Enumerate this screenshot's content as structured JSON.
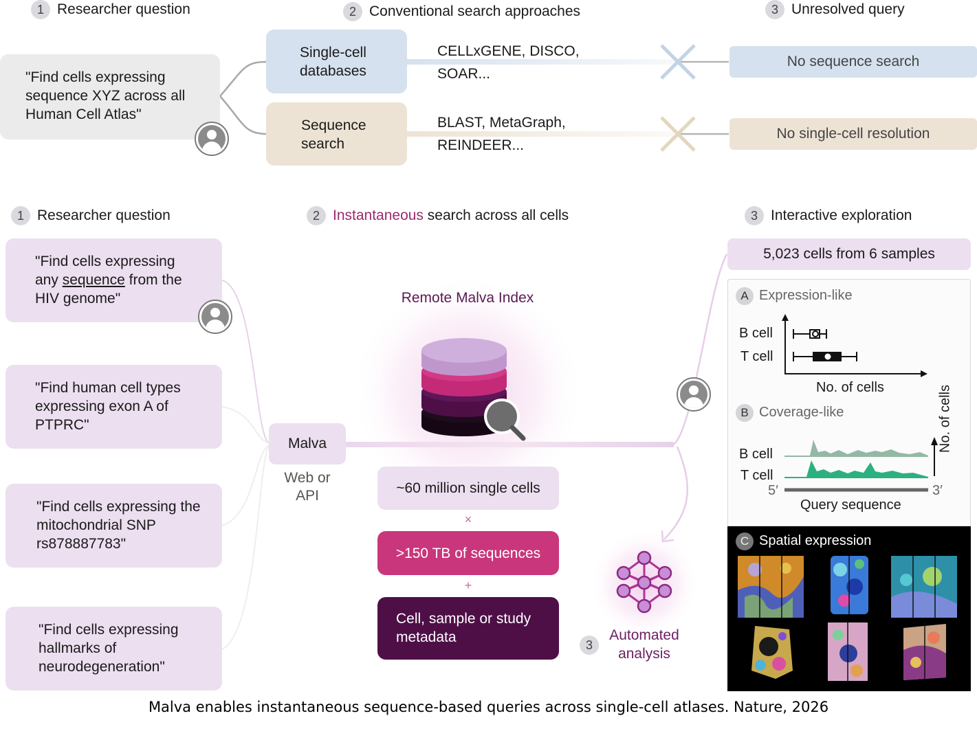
{
  "top": {
    "step1": {
      "num": "1",
      "label": "Researcher question"
    },
    "step2": {
      "num": "2",
      "label": "Conventional search approaches"
    },
    "step3": {
      "num": "3",
      "label": "Unresolved query"
    },
    "question": "\"Find cells expressing sequence XYZ across all Human Cell Atlas\"",
    "singlecell_box": "Single-cell databases",
    "singlecell_examples": "CELLxGENE, DISCO, SOAR...",
    "sequence_box": "Sequence search",
    "sequence_examples": "BLAST, MetaGraph, REINDEER...",
    "result1": "No sequence search",
    "result2": "No single-cell resolution"
  },
  "bottom": {
    "step1": {
      "num": "1",
      "label": "Researcher question"
    },
    "step2": {
      "num": "2",
      "label_highlight": "Instantaneous",
      "label_rest": " search across all cells"
    },
    "step3": {
      "num": "3",
      "label": "Interactive exploration"
    },
    "questions": [
      {
        "pre": "\"Find cells expressing any ",
        "underlined": "sequence",
        "post": " from the HIV genome\""
      },
      {
        "text": "\"Find human cell types expressing exon A of PTPRC\""
      },
      {
        "text": "\"Find cells expressing the mitochondrial SNP rs878887783\""
      },
      {
        "text": "\"Find cells expressing hallmarks of neurodegeneration\""
      }
    ],
    "malva": "Malva",
    "malva_sub": "Web or API",
    "index_title": "Remote Malva Index",
    "cells_box": "~60 million single cells",
    "times_sign": "×",
    "seq_box": ">150 TB of sequences",
    "plus_sign": "+",
    "meta_box": "Cell, sample or study metadata",
    "automated_num": "3",
    "automated_label": "Automated analysis",
    "result_header": "5,023 cells from 6 samples",
    "panelA": {
      "letter": "A",
      "title": "Expression-like",
      "row1": "B cell",
      "row2": "T cell",
      "xlabel": "No. of cells"
    },
    "panelB": {
      "letter": "B",
      "title": "Coverage-like",
      "row1": "B cell",
      "row2": "T cell",
      "five": "5′",
      "three": "3′",
      "xlabel": "Query sequence",
      "ylabel": "No. of cells"
    },
    "panelC": {
      "letter": "C",
      "title": "Spatial expression"
    }
  },
  "caption": "Malva enables instantaneous sequence-based queries across single-cell atlases. Nature, 2026",
  "colors": {
    "highlight": "#9b2a6b",
    "index_title": "#5a1a55",
    "lilac": "#ecdff0",
    "pink": "#c9367b",
    "plum": "#4e0f47",
    "teal": "#2db07f",
    "sage": "#95b8a5"
  }
}
